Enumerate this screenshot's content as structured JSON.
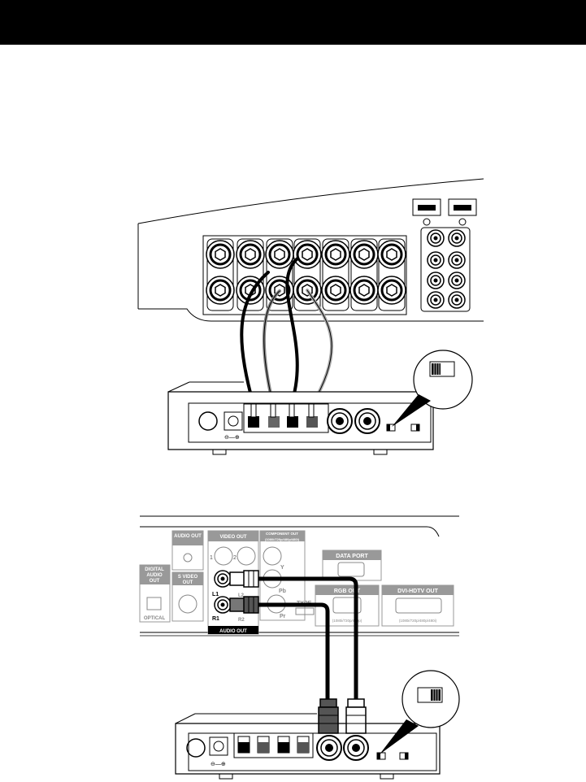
{
  "rear_panel": {
    "audio_out": "AUDIO OUT",
    "video_out": "VIDEO OUT",
    "video_out_jack_1": "1",
    "video_out_jack_2": "2",
    "component_out": "COMPONENT OUT",
    "component_out_formats": "(1080i/720p/480p/480i)",
    "component_y": "Y",
    "component_pb": "Pb",
    "component_pr": "Pr",
    "digital_audio_out_line1": "DIGITAL",
    "digital_audio_out_line2": "AUDIO",
    "digital_audio_out_line3": "OUT",
    "optical": "OPTICAL",
    "s_video_out_line1": "S VIDEO",
    "s_video_out_line2": "OUT",
    "data_port": "DATA PORT",
    "rgb_out": "RGB OUT",
    "rgb_out_formats": "(1080i/720p/480p)",
    "dvi_hdtv_out": "DVI-HDTV OUT",
    "dvi_formats": "(1080i/720p/480p/480i)",
    "type": "TYPE",
    "audio_out_bottom": "AUDIO OUT",
    "l1": "L1",
    "r1": "R1",
    "l2": "L2",
    "r2": "R2"
  }
}
